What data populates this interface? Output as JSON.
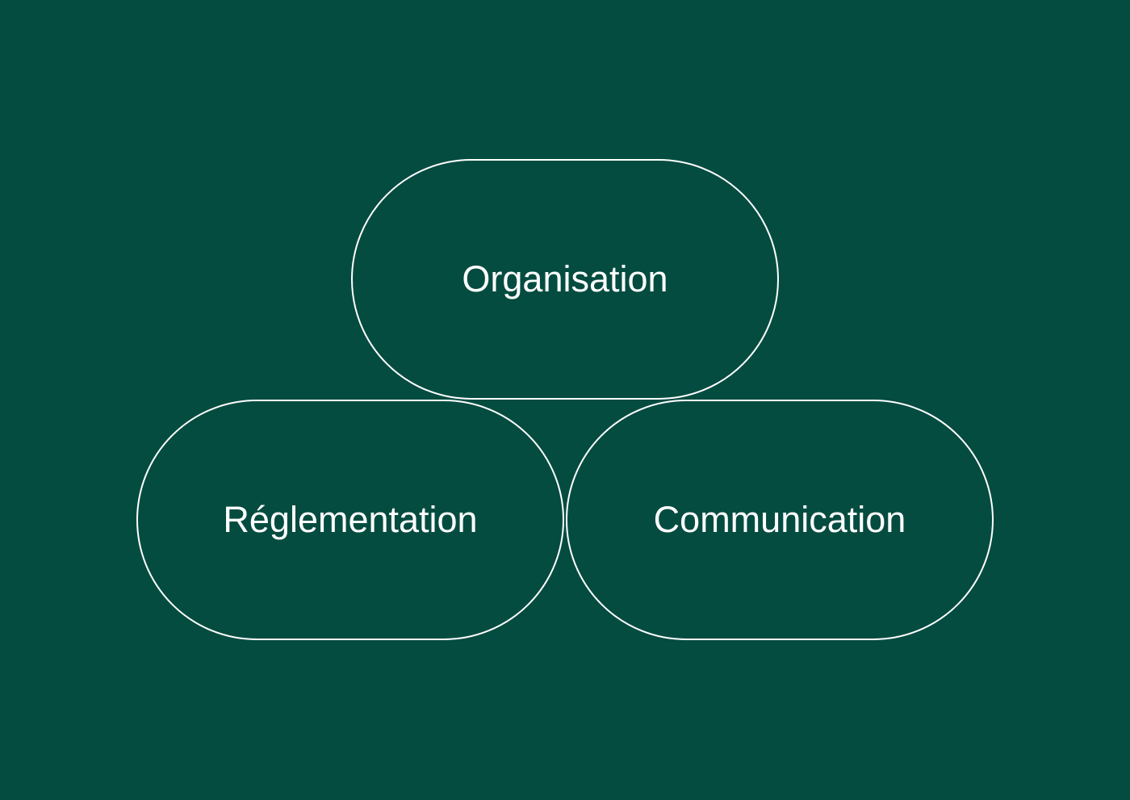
{
  "colors": {
    "background": "#054c40",
    "stroke": "#ffffff",
    "text": "#ffffff"
  },
  "nodes": [
    {
      "label": "Organisation"
    },
    {
      "label": "Réglementation"
    },
    {
      "label": "Communication"
    }
  ]
}
